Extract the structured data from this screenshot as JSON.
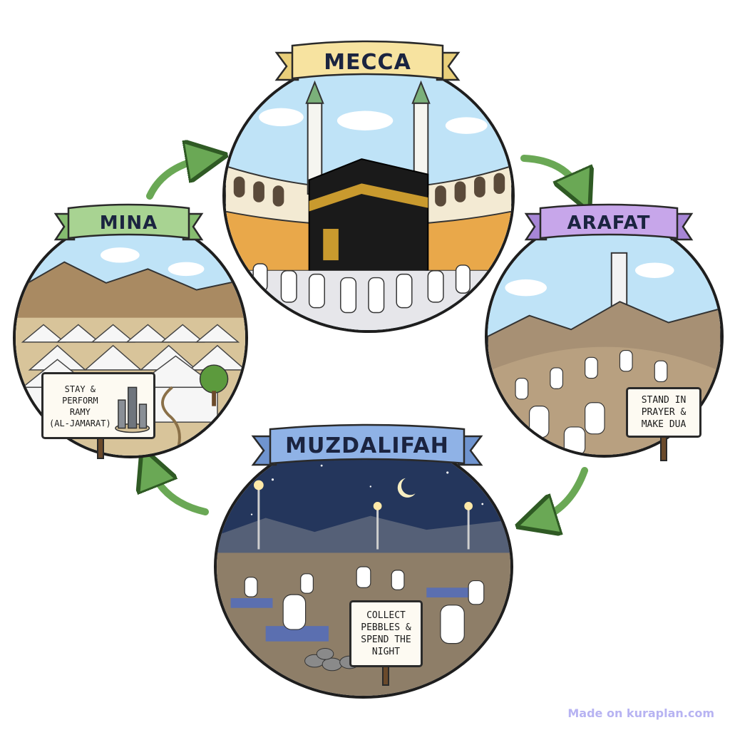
{
  "stations": {
    "mecca": {
      "name": "MECCA"
    },
    "arafat": {
      "name": "ARAFAT",
      "sign": "STAND IN PRAYER & MAKE DUA"
    },
    "muzdalifah": {
      "name": "MUZDALIFAH",
      "sign": "COLLECT PEBBLES & SPEND THE NIGHT"
    },
    "mina": {
      "name": "MINA",
      "sign_line1": "STAY &",
      "sign_line2": "PERFORM",
      "sign_line3": "RAMY",
      "sign_line4": "(AL-JAMARAT)"
    }
  },
  "colors": {
    "mecca_banner": "#f7e3a0",
    "arafat_banner": "#c7a6ea",
    "muzdalifah_banner": "#8fb2e6",
    "mina_banner": "#a8d392",
    "arrow": "#6aa855"
  },
  "footer": {
    "credit": "Made on kuraplan.com"
  }
}
